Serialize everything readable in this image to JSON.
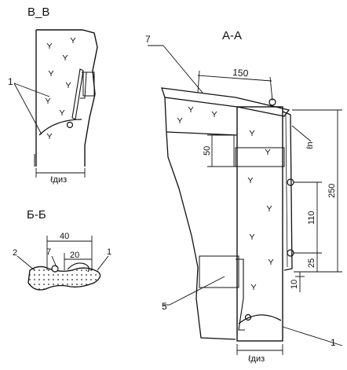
{
  "sections": {
    "vv": {
      "title": "В_В",
      "dim_label": "ℓдиз",
      "callouts": [
        "1"
      ]
    },
    "bb": {
      "title": "Б-Б",
      "dims": [
        "40",
        "20"
      ],
      "callouts": [
        "2",
        "7",
        "1"
      ]
    },
    "aa": {
      "title": "А-А",
      "dims": {
        "top": "150",
        "left_gap": "50",
        "total": "250",
        "mid": "110",
        "lower": "25",
        "bottom": "10"
      },
      "callouts": {
        "c7": "7",
        "c5": "5",
        "c1": "1"
      },
      "side_label": "ℓn",
      "dim_label": "ℓдиз"
    }
  }
}
